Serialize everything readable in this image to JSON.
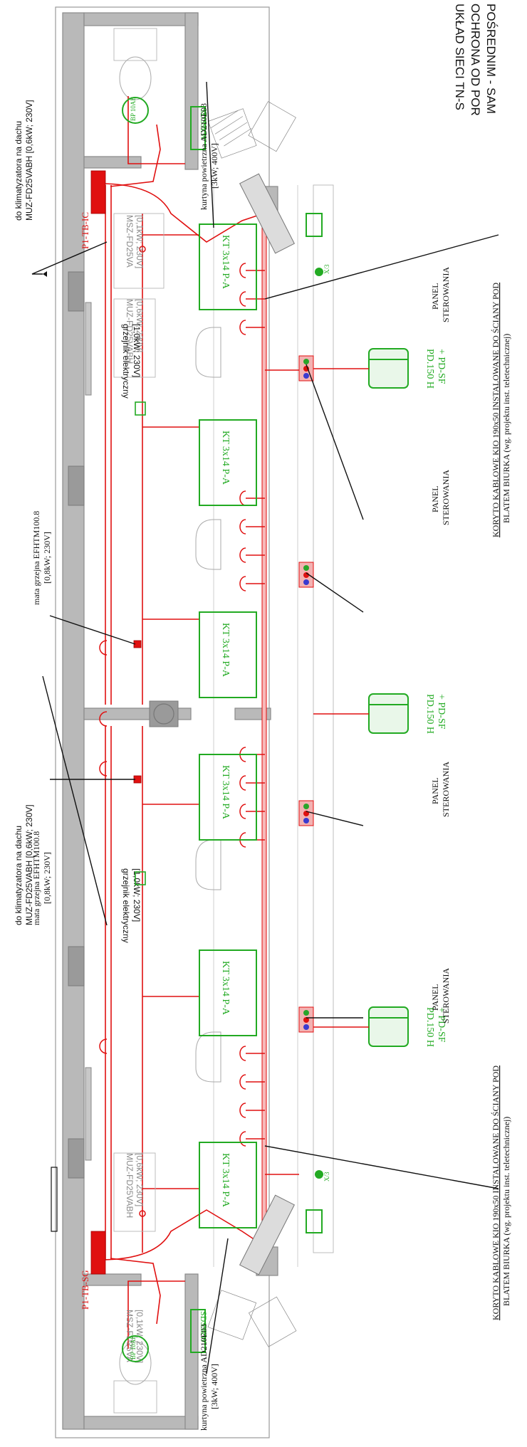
{
  "title_lines": [
    "UKŁAD SIECI TN-S",
    "OCHRONA OD POR",
    "POŚREDNIM - SAM"
  ],
  "panels": [
    {
      "label": "KT 3x14 P-A"
    },
    {
      "label": "KT 3x14 P-A"
    },
    {
      "label": "KT 3x14 P-A"
    },
    {
      "label": "KT 3x14 P-A"
    },
    {
      "label": "KT 3x14 P-A"
    },
    {
      "label": "KT 3x14 P-A"
    }
  ],
  "boards": {
    "top": "P1-TB-IC",
    "bottom": "P1-TB-SG"
  },
  "ac_units": {
    "top_outdoor": {
      "line1": "do klimatyzatora na dachu",
      "line2": "MUZ-FD25VABH [0,6kW; 230V]"
    },
    "bottom_outdoor": {
      "line1": "do klimatyzatora na dachu",
      "line2": "MUZ-FD25VABH [0,6kW; 230V]"
    },
    "top_indoor": {
      "line1": "MSZ-FD25VA",
      "line2": "[0,1kW; 230V]"
    },
    "top_muz": {
      "line1": "MUZ-FD25VABH",
      "line2": "[0,6kW; 230V]"
    },
    "bottom_muz": {
      "line1": "MUZ-FD25VABH",
      "line2": "[0,6kW; 230V]"
    },
    "bottom_indoor": {
      "line1": "MSZ-FD25VA",
      "line2": "[0,1kW; 230V]"
    }
  },
  "heaters": {
    "top": {
      "line1": "grzejnik elektryczny",
      "line2": "[1,0kW; 230V]"
    },
    "bottom": {
      "line1": "grzejnik elektryczny",
      "line2": "[1,0kW; 230V]"
    }
  },
  "mats": {
    "top": {
      "line1": "mata grzejna EFHTM100.8",
      "line2": "[0,8kW; 230V]"
    },
    "bottom": {
      "line1": "mata grzejna EFHTM100.8",
      "line2": "[0,8kW; 230V]"
    }
  },
  "curtains": {
    "top": {
      "line1": "kurtyna powietrzna AD210E03",
      "line2": "[3kW; 400V]"
    },
    "bottom": {
      "line1": "kurtyna powietrzna AD210E03",
      "line2": "[3kW; 400V]"
    }
  },
  "sds": {
    "top": "SDS9kW",
    "bottom": "SDS9kW"
  },
  "bp": {
    "top": "BP 10AB",
    "bottom": "BP 10AB"
  },
  "control_panels": [
    {
      "line1": "PANEL",
      "line2": "STEROWANIA"
    },
    {
      "line1": "PANEL",
      "line2": "STEROWANIA"
    },
    {
      "line1": "PANEL",
      "line2": "STEROWANIA"
    },
    {
      "line1": "PANEL",
      "line2": "STEROWANIA"
    }
  ],
  "pd_units": [
    {
      "line1": "PD.150 H",
      "line2": "+ PD-SF"
    },
    {
      "line1": "PD.150 H",
      "line2": "+ PD-SF"
    },
    {
      "line1": "PD.150 H",
      "line2": "+ PD-SF"
    }
  ],
  "cable_trays": {
    "top": {
      "line1": "KORYTO KABLOWE KIO 190x50 INSTALOWANE DO ŚCIANY POD",
      "line2": "BLATEM BIURKA (wg. projektu inst. teletechnicznej)"
    },
    "bottom": {
      "line1": "KORYTO KABLOWE KIO 190x50 INSTALOWANE DO ŚCIANY POD",
      "line2": "BLATEM BIURKA (wg. projektu inst. teletechnicznej)"
    }
  },
  "exit_marks": {
    "top": "X/3",
    "bottom": "X/3"
  },
  "colors": {
    "wiring": "#e01010",
    "fixtures": "#22aa22",
    "walls": "#b9b9b9"
  }
}
